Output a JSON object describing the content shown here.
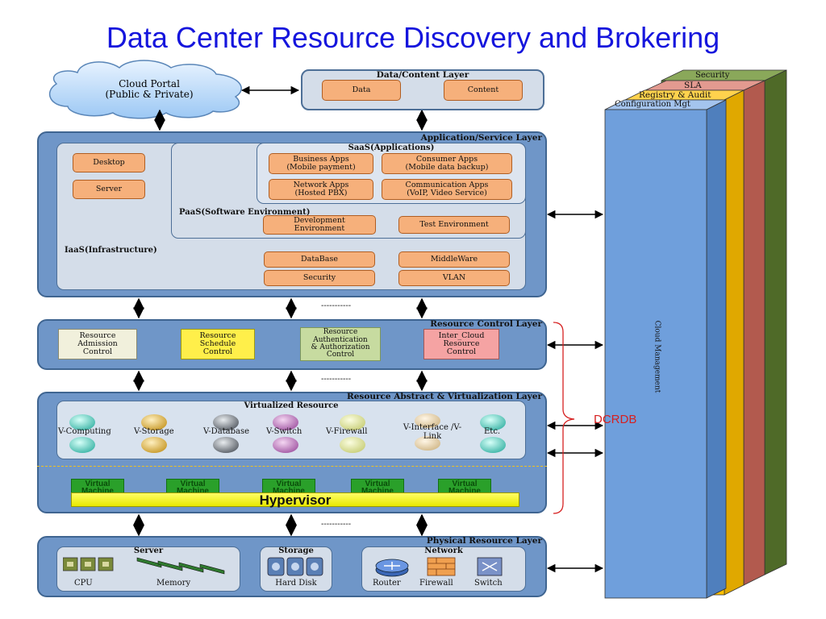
{
  "title": "Data Center Resource Discovery and Brokering",
  "cloud_portal": {
    "line1": "Cloud Portal",
    "line2": "(Public & Private)"
  },
  "data_layer": {
    "title": "Data/Content Layer",
    "data": "Data",
    "content": "Content"
  },
  "app_layer": {
    "title": "Application/Service Layer",
    "saas_title": "SaaS(Applications)",
    "saas_apps": [
      [
        "Business Apps",
        "(Mobile payment)"
      ],
      [
        "Consumer Apps",
        "(Mobile data backup)"
      ],
      [
        "Network Apps",
        "(Hosted PBX)"
      ],
      [
        "Communication Apps",
        "(VoIP, Video Service)"
      ]
    ],
    "paas_title": "PaaS(Software Environment)",
    "paas_items": [
      [
        "Development",
        "Environment"
      ],
      [
        "Test Environment",
        ""
      ]
    ],
    "iaas_title": "IaaS(Infrastructure)",
    "desktop": "Desktop",
    "server": "Server",
    "iaas_items": [
      "DataBase",
      "MiddleWare",
      "Security",
      "VLAN"
    ]
  },
  "control_layer": {
    "title": "Resource Control Layer",
    "items": [
      [
        "Resource",
        "Admission",
        "Control"
      ],
      [
        "Resource",
        "Schedule",
        "Control"
      ],
      [
        "Resource",
        "Authentication",
        "& Authorization",
        "Control"
      ],
      [
        "Inter_Cloud",
        "Resource",
        "Control"
      ]
    ]
  },
  "virt_layer": {
    "title": "Resource Abstract & Virtualization Layer",
    "virt_title": "Virtualized Resource",
    "resources": [
      "V-Computing",
      "V-Storage",
      "V-Database",
      "V-Switch",
      "V-Firewall",
      "V-Interface /V-Link",
      "Etc."
    ],
    "vm_label": "Virtual Machine",
    "hypervisor": "Hypervisor"
  },
  "physical_layer": {
    "title": "Physical Resource Layer",
    "server": "Server",
    "cpu": "CPU",
    "memory": "Memory",
    "storage": "Storage",
    "hard_disk": "Hard Disk",
    "network": "Network",
    "router": "Router",
    "firewall": "Firewall",
    "switch": "Switch"
  },
  "dots": "-----------",
  "dcrdb": "DCRDB",
  "side_stack": {
    "configuration": "Configuration Mgt",
    "registry": "Registry & Audit",
    "sla": "SLA",
    "security": "Security",
    "cloud_management": [
      "Cloud",
      "Management"
    ]
  },
  "colors": {
    "layer_blue": "#6f96c8",
    "panel": "#d4dde9",
    "orange_box": "#f6b07b",
    "title_blue": "#1515dd",
    "dcrdb_red": "#d62020",
    "front_blue": "#6f9fdc",
    "yellow": "#ffc000",
    "salmon": "#d47a6e",
    "olive": "#6b8a36"
  }
}
